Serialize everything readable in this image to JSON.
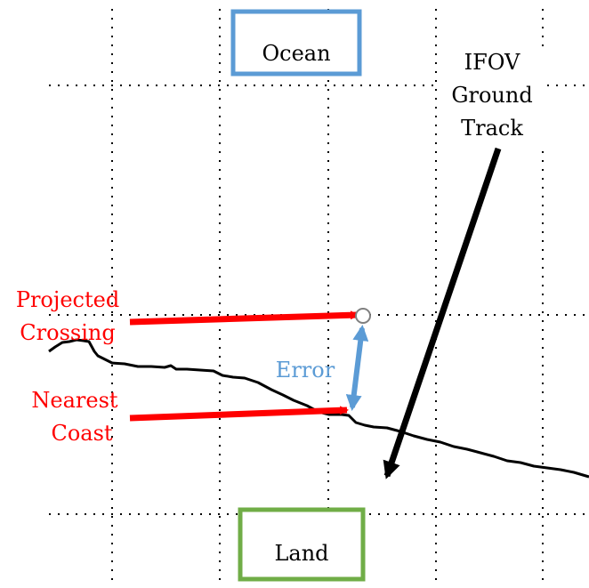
{
  "labels": {
    "ocean": "Ocean",
    "land": "Land",
    "ifov_line1": "IFOV",
    "ifov_line2": "Ground",
    "ifov_line3": "Track",
    "projected_line1": "Projected",
    "projected_line2": "Crossing",
    "nearest_line1": "Nearest",
    "nearest_line2": "Coast",
    "error": "Error"
  },
  "colors": {
    "ocean_box": "#5b9bd5",
    "land_box": "#70ad47",
    "red_arrow": "#ff0000",
    "error_arrow": "#5b9bd5",
    "error_text": "#5b9bd5",
    "ground_track": "#000000",
    "grid": "#000000",
    "coastline": "#000000",
    "crossing_marker": "#808080"
  }
}
